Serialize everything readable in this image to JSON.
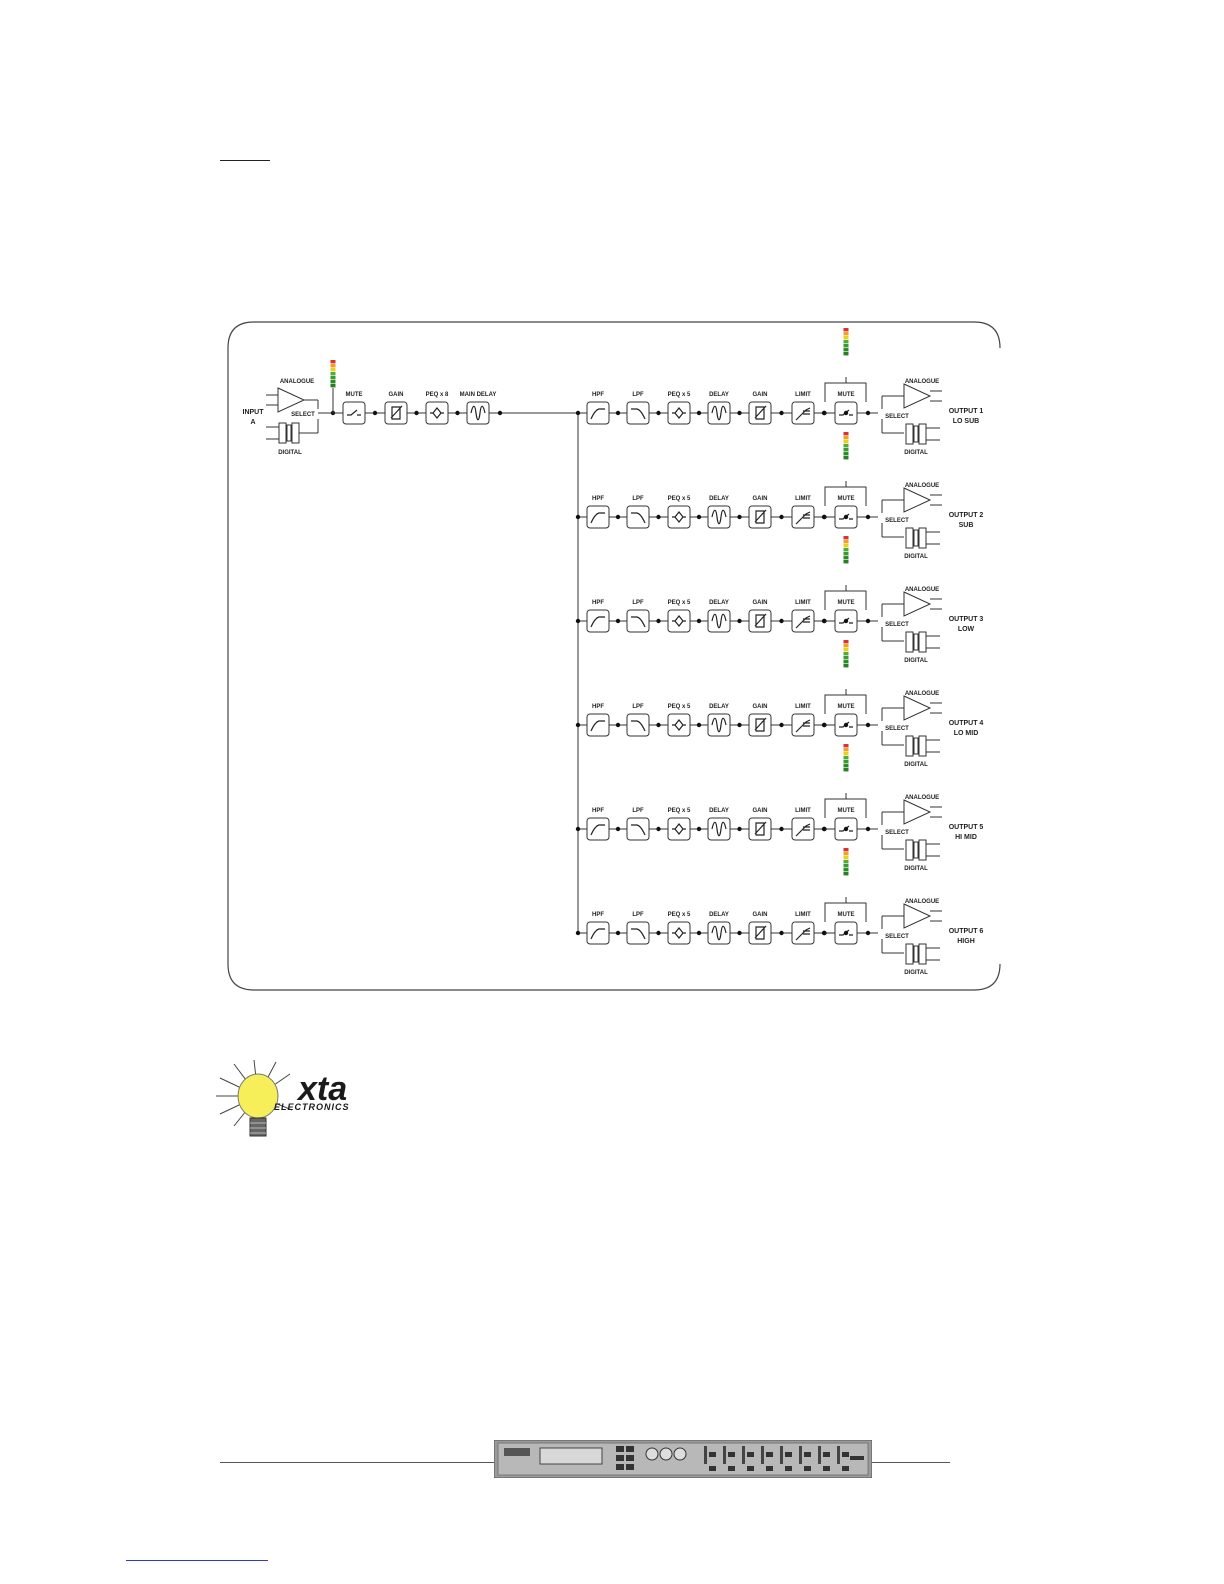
{
  "diagram": {
    "input": {
      "label_line1": "INPUT",
      "label_line2": "A",
      "analogue": "ANALOGUE",
      "select": "SELECT",
      "digital": "DIGITAL",
      "chain": [
        "MUTE",
        "GAIN",
        "PEQ x 8",
        "MAIN DELAY"
      ]
    },
    "output_chain": [
      "HPF",
      "LPF",
      "PEQ x 5",
      "DELAY",
      "GAIN",
      "LIMIT",
      "MUTE"
    ],
    "output_io": {
      "analogue": "ANALOGUE",
      "select": "SELECT",
      "digital": "DIGITAL"
    },
    "outputs": [
      {
        "line1": "OUTPUT 1",
        "line2": "LO SUB"
      },
      {
        "line1": "OUTPUT 2",
        "line2": "SUB"
      },
      {
        "line1": "OUTPUT 3",
        "line2": "LOW"
      },
      {
        "line1": "OUTPUT 4",
        "line2": "LO MID"
      },
      {
        "line1": "OUTPUT 5",
        "line2": "HI MID"
      },
      {
        "line1": "OUTPUT 6",
        "line2": "HIGH"
      }
    ],
    "meter_colors": [
      "#d9342b",
      "#f0a020",
      "#e8d020",
      "#4caf3a",
      "#3a9a30",
      "#2f8a28",
      "#2a7f25"
    ]
  },
  "logo": {
    "text": "xta",
    "subtext": "ELECTRONICS",
    "colors": {
      "bulb": "#f6ef5a",
      "text": "#1a1a1a"
    }
  },
  "colors": {
    "line": "#333333",
    "border": "#444444",
    "link_rule": "#2a3bd0"
  }
}
